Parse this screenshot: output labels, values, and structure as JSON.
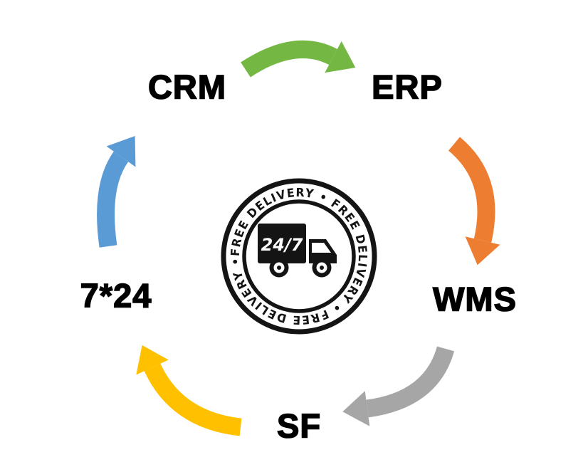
{
  "diagram": {
    "center_badge": {
      "ring_text": "FREE DELIVERY • FREE DELIVERY • FREE DELIVERY •",
      "truck_text": "24/7"
    },
    "nodes": [
      {
        "id": "crm",
        "label": "CRM"
      },
      {
        "id": "erp",
        "label": "ERP"
      },
      {
        "id": "wms",
        "label": "WMS"
      },
      {
        "id": "sf",
        "label": "SF"
      },
      {
        "id": "support",
        "label": "7*24"
      }
    ],
    "arrows": [
      {
        "from": "CRM",
        "to": "ERP",
        "color": "#74B843"
      },
      {
        "from": "ERP",
        "to": "WMS",
        "color": "#ED7D31"
      },
      {
        "from": "WMS",
        "to": "SF",
        "color": "#A6A6A6"
      },
      {
        "from": "SF",
        "to": "7*24",
        "color": "#FFC000"
      },
      {
        "from": "7*24",
        "to": "CRM",
        "color": "#5B9BD5"
      }
    ],
    "colors": {
      "background": "#FFFFFF",
      "text": "#000000",
      "badge_ink": "#141414"
    }
  }
}
